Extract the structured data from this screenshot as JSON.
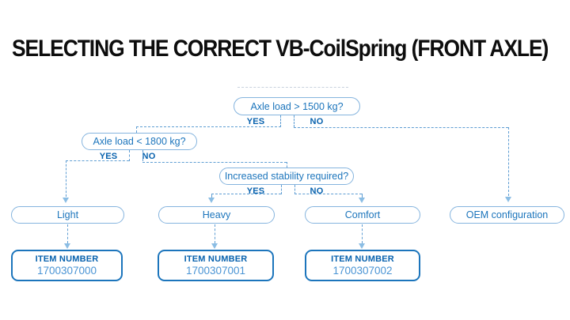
{
  "title": "SELECTING THE CORRECT VB-CoilSpring (FRONT AXLE)",
  "colors": {
    "title_text": "#0d0d0d",
    "question_text": "#1c75bc",
    "yes_no_text": "#0862ae",
    "pill_border": "#85b4de",
    "dashed_line": "#5e9dd3",
    "arrow": "#8bbde4",
    "item_box_border": "#1c75bc",
    "item_number_text": "#4a94d4"
  },
  "flowchart": {
    "decisions": [
      {
        "question": "Axle load > 1500 kg?",
        "yes_label": "YES",
        "no_label": "NO"
      },
      {
        "question": "Axle load < 1800 kg?",
        "yes_label": "YES",
        "no_label": "NO"
      },
      {
        "question": "Increased stability required?",
        "yes_label": "YES",
        "no_label": "NO"
      }
    ],
    "results": [
      {
        "label": "Light"
      },
      {
        "label": "Heavy"
      },
      {
        "label": "Comfort"
      },
      {
        "label": "OEM configuration"
      }
    ],
    "item_boxes": [
      {
        "heading": "ITEM NUMBER",
        "number": "1700307000"
      },
      {
        "heading": "ITEM NUMBER",
        "number": "1700307001"
      },
      {
        "heading": "ITEM NUMBER",
        "number": "1700307002"
      }
    ]
  }
}
